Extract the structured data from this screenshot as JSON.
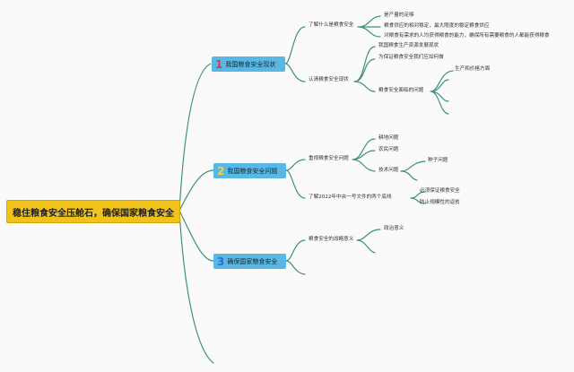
{
  "root": "稳住粮食安全压舱石，确保国家粮食安全",
  "branches": [
    {
      "num": "1",
      "num_color": "#d43c5a",
      "label": "我国粮食安全现状"
    },
    {
      "num": "2",
      "num_color": "#f2d23c",
      "label": "我国粮食安全问题"
    },
    {
      "num": "3",
      "num_color": "#2c6fd2",
      "label": "确保国家粮食安全"
    }
  ],
  "b1": {
    "s1": "了解什么是粮食安全",
    "s1_items": [
      "是产量的足够",
      "粮食供应的相对稳定，最大限度的稳定粮食供应",
      "对粮食有需求的人均获得粮食的能力，确保所有需要粮食的人都能获得粮食"
    ],
    "s2": "认清粮食安全现状",
    "s2_items": [
      "我国粮食生产资源发展现状",
      "为保证粮食安全我们应如何做",
      "粮食安全面临的问题"
    ],
    "s2_sub": "生产和价格方面"
  },
  "b2": {
    "s1": "重视粮食安全问题",
    "s1_items": [
      "耕地问题",
      "农民问题",
      "技术问题"
    ],
    "s1_sub": "种子问题",
    "s2": "了解2022年中央一号文件的两个底线",
    "s2_items": [
      "必须保证粮食安全",
      "防止规模性的返贫"
    ]
  },
  "b3": {
    "s1": "粮食安全的战略意义",
    "s1_item": "政治意义"
  },
  "colors": {
    "line": "#3f8f7f",
    "root": "#f0c21c",
    "branch": "#58b7e3"
  }
}
